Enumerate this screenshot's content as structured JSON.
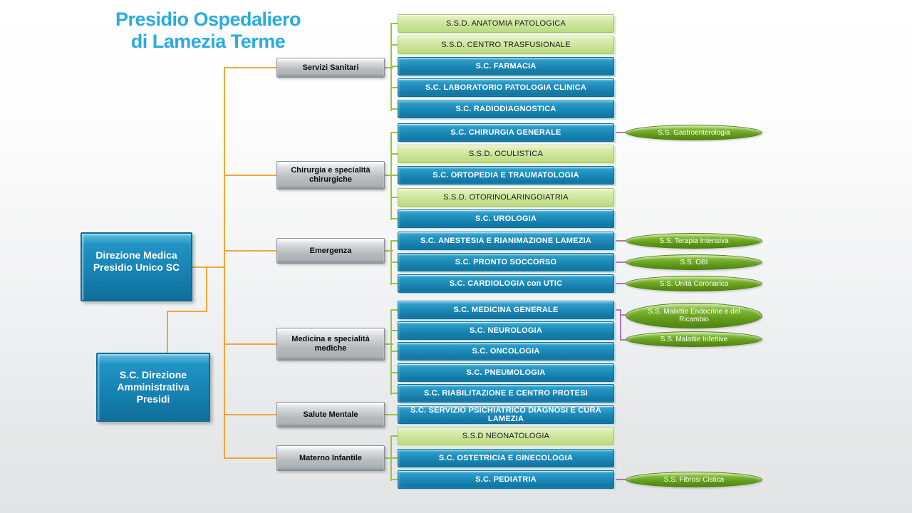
{
  "title": {
    "line1": "Presidio Ospedaliero",
    "line2": "di Lamezia Terme"
  },
  "root": {
    "medical": {
      "label": "Direzione Medica Presidio Unico SC"
    },
    "administrative": {
      "label": "S.C. Direzione Amministrativa Presidi"
    }
  },
  "groups": [
    {
      "label": "Servizi Sanitari",
      "items": [
        {
          "type": "ssd",
          "label": "S.S.D. ANATOMIA PATOLOGICA"
        },
        {
          "type": "ssd",
          "label": "S.S.D. CENTRO TRASFUSIONALE"
        },
        {
          "type": "sc",
          "label": "S.C. FARMACIA"
        },
        {
          "type": "sc",
          "label": "S.C. LABORATORIO PATOLOGIA CLINICA"
        },
        {
          "type": "sc",
          "label": "S.C. RADIODIAGNOSTICA"
        }
      ]
    },
    {
      "label": "Chirurgia e specialità chirurgiche",
      "items": [
        {
          "type": "sc",
          "label": "S.C. CHIRURGIA GENERALE"
        },
        {
          "type": "ssd",
          "label": "S.S.D. OCULISTICA"
        },
        {
          "type": "sc",
          "label": "S.C. ORTOPEDIA E TRAUMATOLOGIA"
        },
        {
          "type": "ssd",
          "label": "S.S.D. OTORINOLARINGOIATRIA"
        },
        {
          "type": "sc",
          "label": "S.C. UROLOGIA"
        }
      ]
    },
    {
      "label": "Emergenza",
      "items": [
        {
          "type": "sc",
          "label": "S.C. ANESTESIA E RIANIMAZIONE LAMEZIA"
        },
        {
          "type": "sc",
          "label": "S.C. PRONTO SOCCORSO"
        },
        {
          "type": "sc",
          "label": "S.C. CARDIOLOGIA con UTIC"
        }
      ]
    },
    {
      "label": "Medicina e specialità mediche",
      "items": [
        {
          "type": "sc",
          "label": "S.C. MEDICINA GENERALE"
        },
        {
          "type": "sc",
          "label": "S.C. NEUROLOGIA"
        },
        {
          "type": "sc",
          "label": "S.C. ONCOLOGIA"
        },
        {
          "type": "sc",
          "label": "S.C. PNEUMOLOGIA"
        },
        {
          "type": "sc",
          "label": "S.C. RIABILITAZIONE E CENTRO PROTESI"
        }
      ]
    },
    {
      "label": "Salute Mentale",
      "items": [
        {
          "type": "sc",
          "label": "S.C. SERVIZIO PSICHIATRICO DIAGNOSI E CURA LAMEZIA"
        }
      ]
    },
    {
      "label": "Materno Infantile",
      "items": [
        {
          "type": "ssd",
          "label": "S.S.D NEONATOLOGIA"
        },
        {
          "type": "sc",
          "label": "S.C. OSTETRICIA E GINECOLOGIA"
        },
        {
          "type": "sc",
          "label": "S.C. PEDIATRIA"
        }
      ]
    }
  ],
  "satellites": [
    {
      "label": "S.S. Gastroenterologia",
      "parent": "S.C. CHIRURGIA GENERALE"
    },
    {
      "label": "S.S. Terapia Intensiva",
      "parent": "S.C. ANESTESIA E RIANIMAZIONE LAMEZIA"
    },
    {
      "label": "S.S. OBI",
      "parent": "S.C. PRONTO SOCCORSO"
    },
    {
      "label": "S.S. Unità Coronarica",
      "parent": "S.C. CARDIOLOGIA con UTIC"
    },
    {
      "label": "S.S. Malattie Endocrine e del Ricambio",
      "parent": "S.C. MEDICINA GENERALE"
    },
    {
      "label": "S.S. Malattie Infettive",
      "parent": "S.C. MEDICINA GENERALE"
    },
    {
      "label": "S.S. Fibrosi Cistica",
      "parent": "S.C. PEDIATRIA"
    }
  ],
  "colors": {
    "title_accent": "#29abe2",
    "sc_box_blue": "#1887b8",
    "ssd_box_green": "#cbe497",
    "category_gray": "#b4babd",
    "ss_ellipse_green": "#639c1b",
    "connector_orange": "#f0a63a",
    "connector_green": "#9cc342",
    "connector_purple": "#a779b4"
  }
}
